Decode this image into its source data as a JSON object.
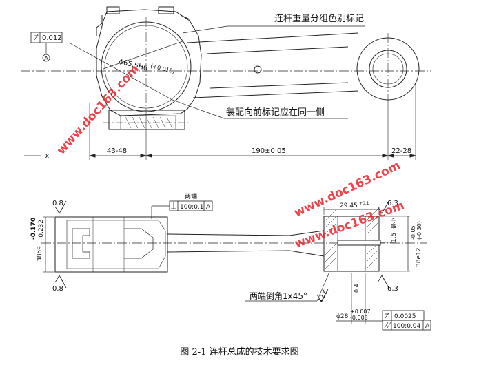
{
  "caption": "图 2-1  连杆总成的技术要求图",
  "top_view": {
    "note_weight": "连杆重量分组色别标记",
    "note_assembly": "装配向前标记应在同一侧",
    "bore_diameter": "ϕ65.5H6",
    "bore_tol": "(+0.019)",
    "flatness_value": "0.012",
    "datum": "A",
    "axis_x": "X",
    "dim_left": "43-48",
    "dim_center": "190±0.05",
    "dim_right": "22-28"
  },
  "bottom_view": {
    "end_label": "两端",
    "perp_tol": "100:0.1",
    "perp_datum": "A",
    "rough_tl": "0.8",
    "rough_bl": "0.8",
    "rough_tr": "6.3",
    "rough_br": "6.3",
    "rough_bottom": "12.5",
    "rough_small": "0.4",
    "width_left": "38h9",
    "tol_left_up": "-0.170",
    "tol_left_down": "-0.232",
    "dim_small_end_top": "29.45",
    "dim_small_end_top_tol": "+0.1",
    "dim_side_right": "38e12",
    "tol_right_up": "-0.05",
    "tol_right_down": "(-0.30)",
    "hole_dim": "1.5",
    "hole_note": "最小",
    "chamfer_note": "两端倒角1x45°",
    "small_bore": "ϕ28",
    "small_bore_tol_up": "+0.007",
    "small_bore_tol_down": "-0.003",
    "cyl_tol": "0.0025",
    "par_tol": "100:0.04",
    "par_datum": "A"
  },
  "watermarks": [
    "www.doc163.com",
    "www.doc163.com",
    "www.doc163.com"
  ]
}
